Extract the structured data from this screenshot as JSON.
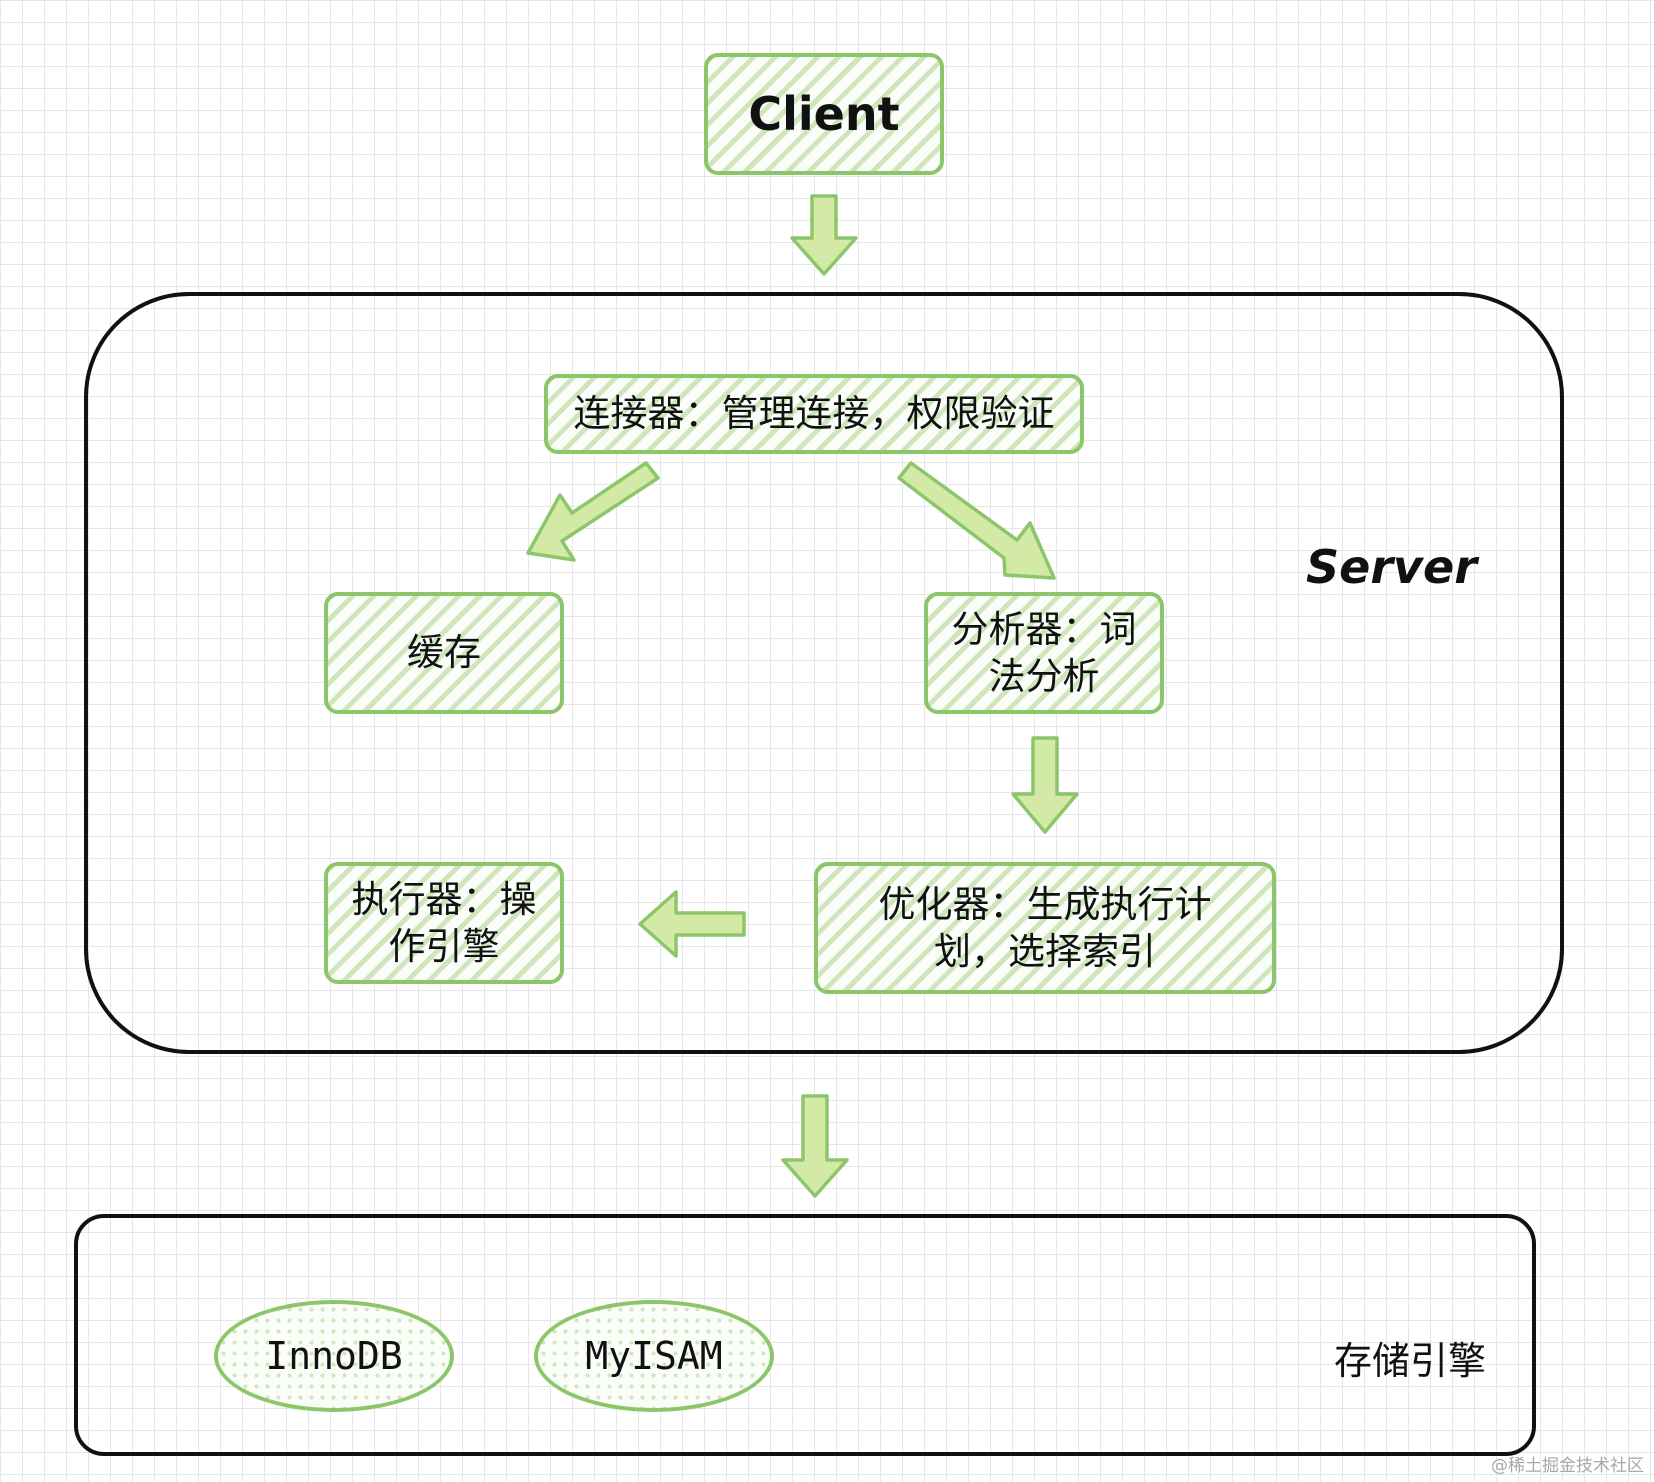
{
  "nodes": {
    "client": "Client",
    "connector": "连接器：管理连接，权限验证",
    "cache": "缓存",
    "analyzer": "分析器：词法分析",
    "optimizer": "优化器：生成执行计划，选择索引",
    "executor": "执行器：操作引擎"
  },
  "groups": {
    "server": "Server",
    "storage": "存储引擎"
  },
  "engines": [
    "InnoDB",
    "MyISAM"
  ],
  "watermark": "@稀土掘金技术社区",
  "colors": {
    "fill_stroke": "#8cc66a",
    "hatch": "#cfe6bd",
    "arrow_fill": "#d3eaa6",
    "frame": "#111111"
  }
}
